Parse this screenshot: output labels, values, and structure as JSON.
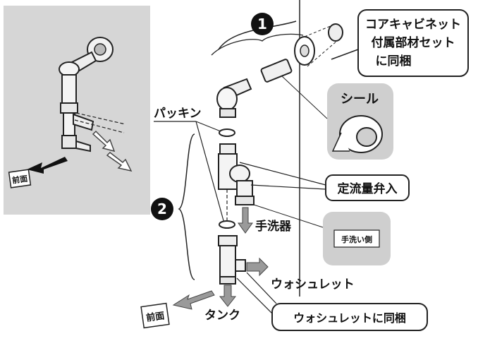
{
  "step_markers": {
    "step1": "1",
    "step2": "2"
  },
  "callouts": {
    "core_cabinet": [
      "コアキャビネット",
      "付属部材セット",
      "に同梱"
    ],
    "seal": "シール",
    "constant_flow_valve": "定流量弁入",
    "hand_wash_side": "手洗い側",
    "washlet_bundled": "ウォシュレットに同梱"
  },
  "labels": {
    "packing": "パッキン",
    "hand_washer": "手洗器",
    "washlet": "ウォシュレット",
    "tank": "タンク",
    "front_inset": "前面",
    "front_main": "前面"
  },
  "colors": {
    "inset_bg": "#d6d6d6",
    "callout_grey": "#cfcfcf",
    "stroke": "#222222",
    "arrow_grey": "#9a9a9a"
  }
}
